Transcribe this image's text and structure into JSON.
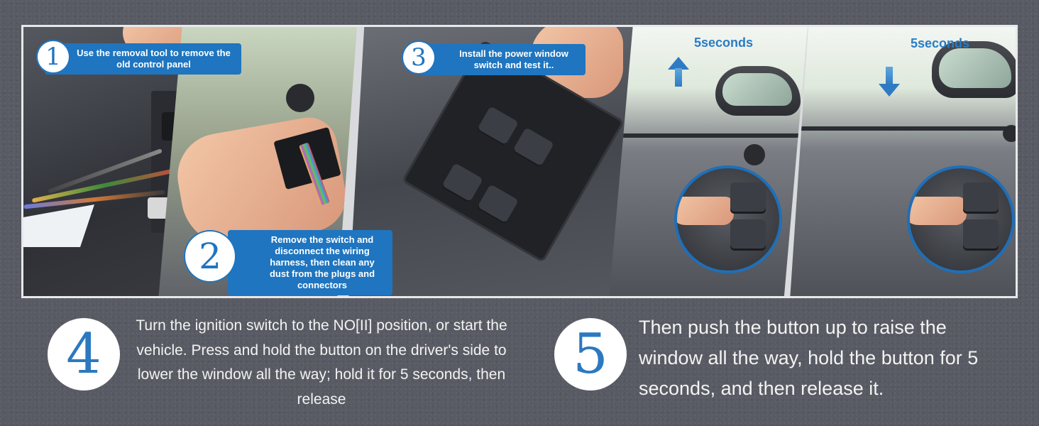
{
  "steps": [
    {
      "number": "1",
      "text": "Use the removal tool to remove the old control panel"
    },
    {
      "number": "2",
      "text": "Remove the switch and disconnect the wiring harness, then clean any dust from the plugs and connectors"
    },
    {
      "number": "3",
      "text": "Install the power window switch and test it.."
    },
    {
      "number": "4",
      "text": "Turn the ignition switch to the NO[II] position, or start the vehicle. Press and hold the button on the driver's side to lower the window all the way; hold it for 5 seconds, then release"
    },
    {
      "number": "5",
      "text": "Then push the button up to raise the window all the way, hold the button for 5 seconds, and then release it."
    }
  ],
  "panel_labels": {
    "raise_duration": "5seconds",
    "lower_duration": "5seconds"
  },
  "colors": {
    "accent_blue": "#1f75bf",
    "background": "#595b64",
    "text_light": "#f3f3f3"
  },
  "icons": [
    "arrow-up-icon",
    "arrow-down-icon"
  ]
}
